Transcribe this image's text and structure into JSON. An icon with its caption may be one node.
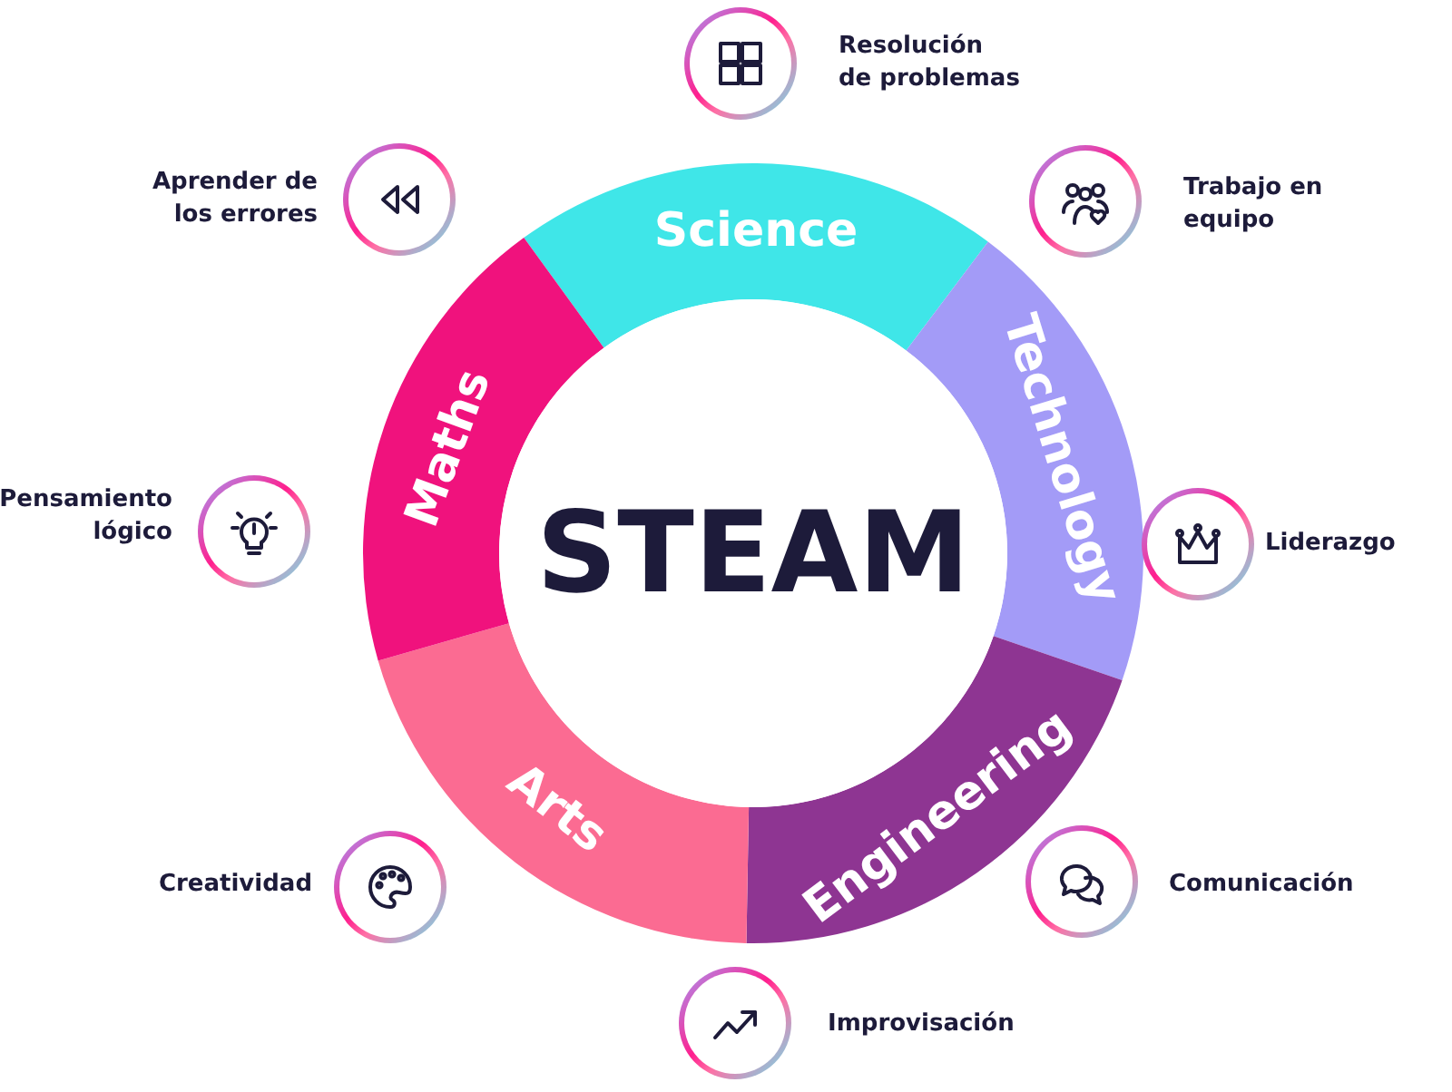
{
  "diagram": {
    "nodes": [
      {
        "text": [
          "STEAM"
        ]
      },
      {
        "text": [
          "Science"
        ]
      },
      {
        "text": [
          "Technology"
        ]
      },
      {
        "text": [
          "Engineering"
        ]
      },
      {
        "text": [
          "Arts"
        ]
      },
      {
        "text": [
          "Maths"
        ]
      },
      {
        "text": [],
        "shape": "circle",
        "beside": [
          "Resolución de problemas"
        ]
      },
      {
        "text": [],
        "shape": "circle",
        "beside": [
          "Trabajo en equipo"
        ]
      },
      {
        "text": [],
        "shape": "circle",
        "beside": [
          "Liderazgo"
        ]
      },
      {
        "text": [],
        "shape": "circle",
        "beside": [
          "Comunicación"
        ]
      },
      {
        "text": [],
        "shape": "circle",
        "beside": [
          "Improvisación"
        ]
      },
      {
        "text": [],
        "shape": "circle",
        "beside": [
          "Creatividad"
        ]
      },
      {
        "text": [],
        "shape": "circle",
        "beside": [
          "Pensamiento lógico"
        ]
      },
      {
        "text": [],
        "shape": "circle",
        "beside": [
          "Aprender de los errores"
        ]
      }
    ],
    "edges": []
  }
}
